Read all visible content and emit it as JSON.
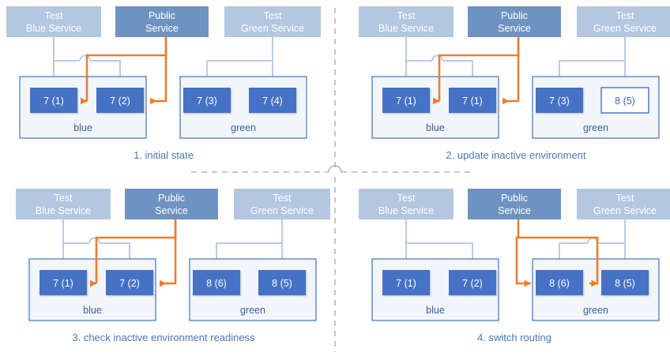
{
  "diagram": {
    "title": "blue-green deployment sequence",
    "colors": {
      "test_service_fill": "#b4c7e0",
      "public_service_fill": "#6f93c0",
      "instance_fill": "#4472c4",
      "instance_outline_border": "#4472c4",
      "env_border": "#4472c4",
      "env_fill": "#f2f5fa",
      "light_connector": "#b9cde4",
      "orange_connector": "#ed7d31",
      "caption_text": "#4876b8",
      "divider": "#a6a6a6"
    },
    "panels": [
      {
        "id": "panel-1",
        "caption": "1. initial state",
        "services": {
          "test_blue": "Test\nBlue Service",
          "test_blue_line1": "Test",
          "test_blue_line2": "Blue Service",
          "public_line1": "Public",
          "public_line2": "Service",
          "test_green_line1": "Test",
          "test_green_line2": "Green Service"
        },
        "environments": [
          {
            "name": "blue",
            "instances": [
              {
                "label": "7 (1)",
                "style": "filled"
              },
              {
                "label": "7 (2)",
                "style": "filled"
              }
            ]
          },
          {
            "name": "green",
            "instances": [
              {
                "label": "7 (3)",
                "style": "filled"
              },
              {
                "label": "7 (4)",
                "style": "filled"
              }
            ]
          }
        ],
        "public_routes_to": "blue"
      },
      {
        "id": "panel-2",
        "caption": "2. update inactive environment",
        "services": {
          "test_blue_line1": "Test",
          "test_blue_line2": "Blue Service",
          "public_line1": "Public",
          "public_line2": "Service",
          "test_green_line1": "Test",
          "test_green_line2": "Green Service"
        },
        "environments": [
          {
            "name": "blue",
            "instances": [
              {
                "label": "7 (1)",
                "style": "filled"
              },
              {
                "label": "7 (1)",
                "style": "filled"
              }
            ]
          },
          {
            "name": "green",
            "instances": [
              {
                "label": "7 (3)",
                "style": "filled"
              },
              {
                "label": "8 (5)",
                "style": "outline"
              }
            ]
          }
        ],
        "public_routes_to": "blue"
      },
      {
        "id": "panel-3",
        "caption": "3. check inactive environment readiness",
        "services": {
          "test_blue_line1": "Test",
          "test_blue_line2": "Blue Service",
          "public_line1": "Public",
          "public_line2": "Service",
          "test_green_line1": "Test",
          "test_green_line2": "Green Service"
        },
        "environments": [
          {
            "name": "blue",
            "instances": [
              {
                "label": "7 (1)",
                "style": "filled"
              },
              {
                "label": "7 (2)",
                "style": "filled"
              }
            ]
          },
          {
            "name": "green",
            "instances": [
              {
                "label": "8 (6)",
                "style": "filled"
              },
              {
                "label": "8 (5)",
                "style": "filled"
              }
            ]
          }
        ],
        "public_routes_to": "blue"
      },
      {
        "id": "panel-4",
        "caption": "4. switch routing",
        "services": {
          "test_blue_line1": "Test",
          "test_blue_line2": "Blue Service",
          "public_line1": "Public",
          "public_line2": "Service",
          "test_green_line1": "Test",
          "test_green_line2": "Green Service"
        },
        "environments": [
          {
            "name": "blue",
            "instances": [
              {
                "label": "7 (1)",
                "style": "filled"
              },
              {
                "label": "7 (2)",
                "style": "filled"
              }
            ]
          },
          {
            "name": "green",
            "instances": [
              {
                "label": "8 (6)",
                "style": "filled"
              },
              {
                "label": "8 (5)",
                "style": "filled"
              }
            ]
          }
        ],
        "public_routes_to": "green"
      }
    ]
  }
}
